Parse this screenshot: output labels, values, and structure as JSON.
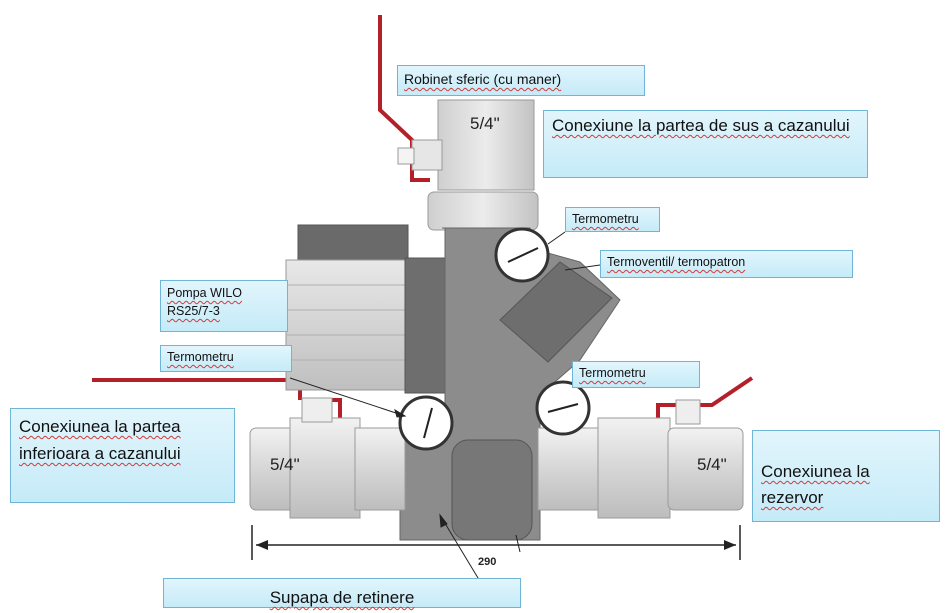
{
  "fitting_labels": {
    "top": "5/4\"",
    "left": "5/4\"",
    "right": "5/4\"",
    "dimension": "290"
  },
  "callouts": {
    "ball_valve": "Robinet sferic (cu maner)",
    "top_connection": "Conexiune la partea de sus a cazanului",
    "thermometer_top": "Termometru",
    "thermovalve": "Termoventil/ termopatron",
    "pump": "Pompa WILO RS25/7-3",
    "thermometer_left": "Termometru",
    "thermometer_right": "Termometru",
    "bottom_connection": "Conexiunea la partea inferioara a cazanului",
    "tank_connection": "Conexiunea la rezervor",
    "check_valve": "Supapa de retinere"
  },
  "colors": {
    "pipe_red": "#b3202a",
    "body_gray": "#888888",
    "callout_fill": "#c9ecf8",
    "callout_border": "#6fb6d6"
  }
}
